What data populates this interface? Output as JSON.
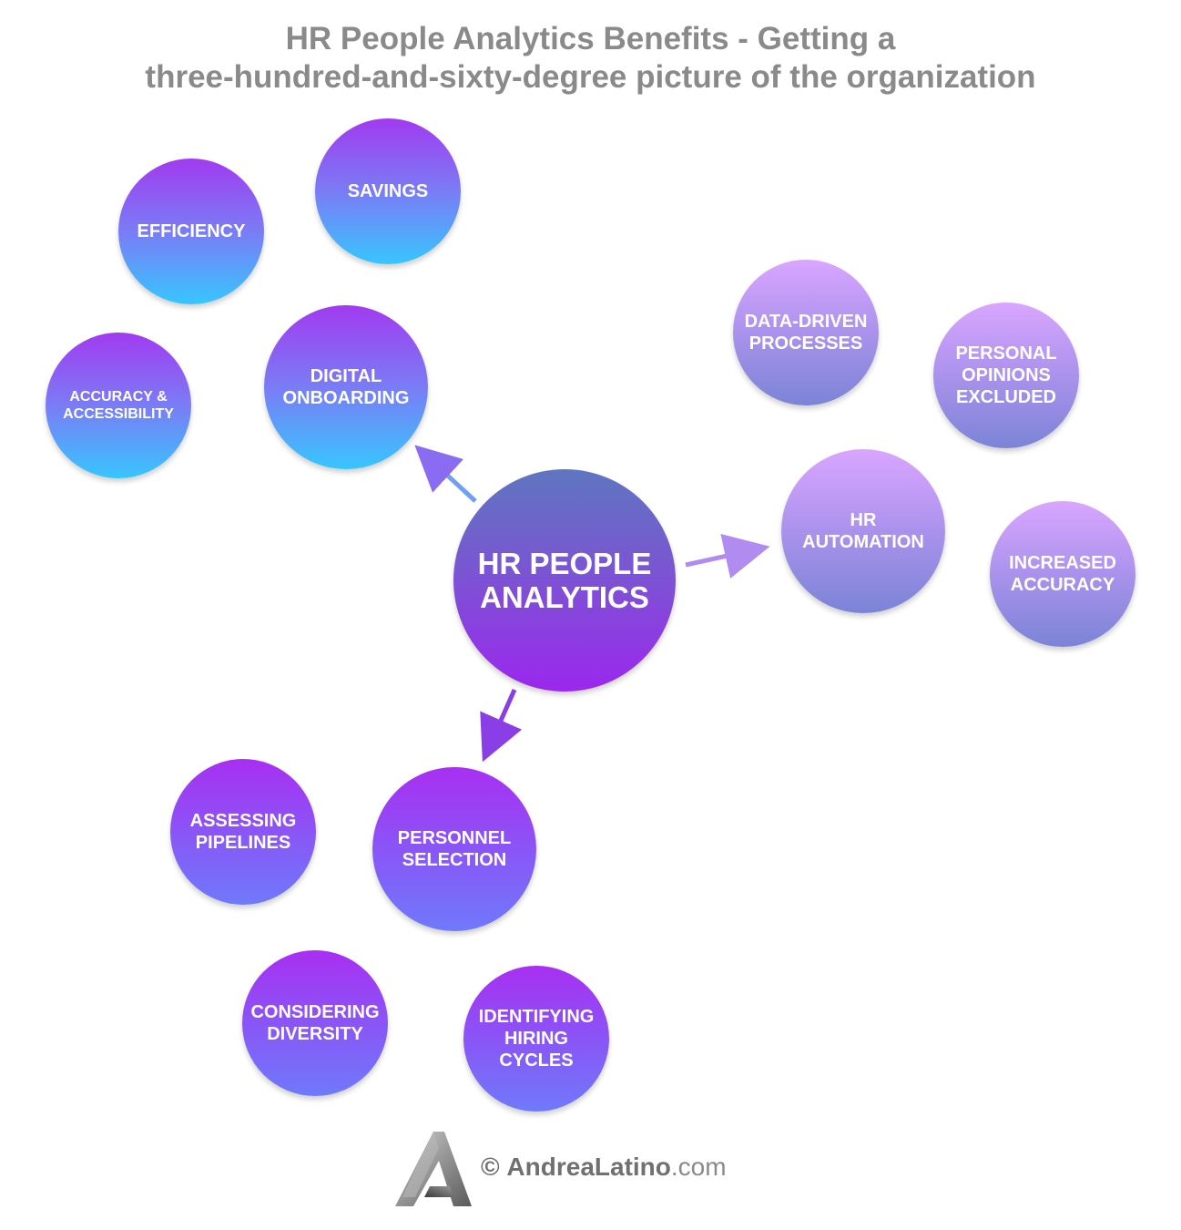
{
  "title": {
    "line1": "HR People Analytics Benefits - Getting a",
    "line2": "three-hundred-and-sixty-degree picture of the organization"
  },
  "center": {
    "label": "HR PEOPLE\nANALYTICS"
  },
  "digital_onboarding": {
    "hub": "DIGITAL\nONBOARDING",
    "benefits": [
      "SAVINGS",
      "EFFICIENCY",
      "ACCURACY &\nACCESSIBILITY"
    ]
  },
  "hr_automation": {
    "hub": "HR\nAUTOMATION",
    "benefits": [
      "DATA-DRIVEN\nPROCESSES",
      "PERSONAL\nOPINIONS\nEXCLUDED",
      "INCREASED\nACCURACY"
    ]
  },
  "personnel_selection": {
    "hub": "PERSONNEL\nSELECTION",
    "benefits": [
      "ASSESSING\nPIPELINES",
      "CONSIDERING\nDIVERSITY",
      "IDENTIFYING\nHIRING\nCYCLES"
    ]
  },
  "footer": {
    "copyright": "©",
    "brand": "AndreaLatino",
    "domain": ".com"
  },
  "colors": {
    "blue_group": "#37c6ff",
    "lilac_group": "#aa92ec",
    "purple_group": "#8a55f6",
    "title_gray": "#8a8a8a"
  },
  "icons": [
    "triangle-a-logo-icon"
  ]
}
